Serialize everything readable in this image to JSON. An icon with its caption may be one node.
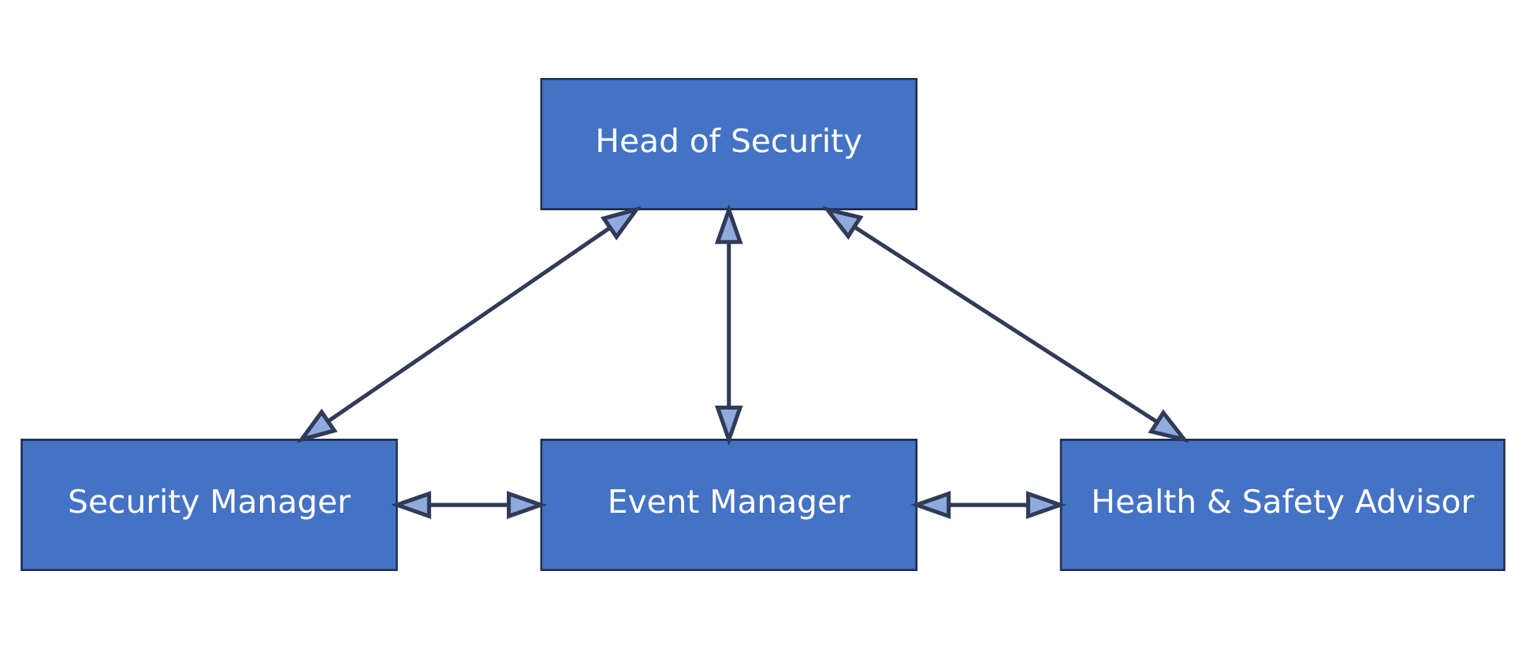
{
  "diagram": {
    "nodes": [
      {
        "text": [
          "Head of Security"
        ]
      },
      {
        "text": [
          "Security Manager"
        ]
      },
      {
        "text": [
          "Event Manager"
        ]
      },
      {
        "text": [
          "Health & Safety Advisor"
        ]
      }
    ],
    "edges": [
      {
        "from": 0,
        "to": 1,
        "arrow": "both"
      },
      {
        "from": 0,
        "to": 2,
        "arrow": "both"
      },
      {
        "from": 0,
        "to": 3,
        "arrow": "both"
      },
      {
        "from": 1,
        "to": 2,
        "arrow": "both"
      },
      {
        "from": 2,
        "to": 3,
        "arrow": "both"
      }
    ]
  }
}
